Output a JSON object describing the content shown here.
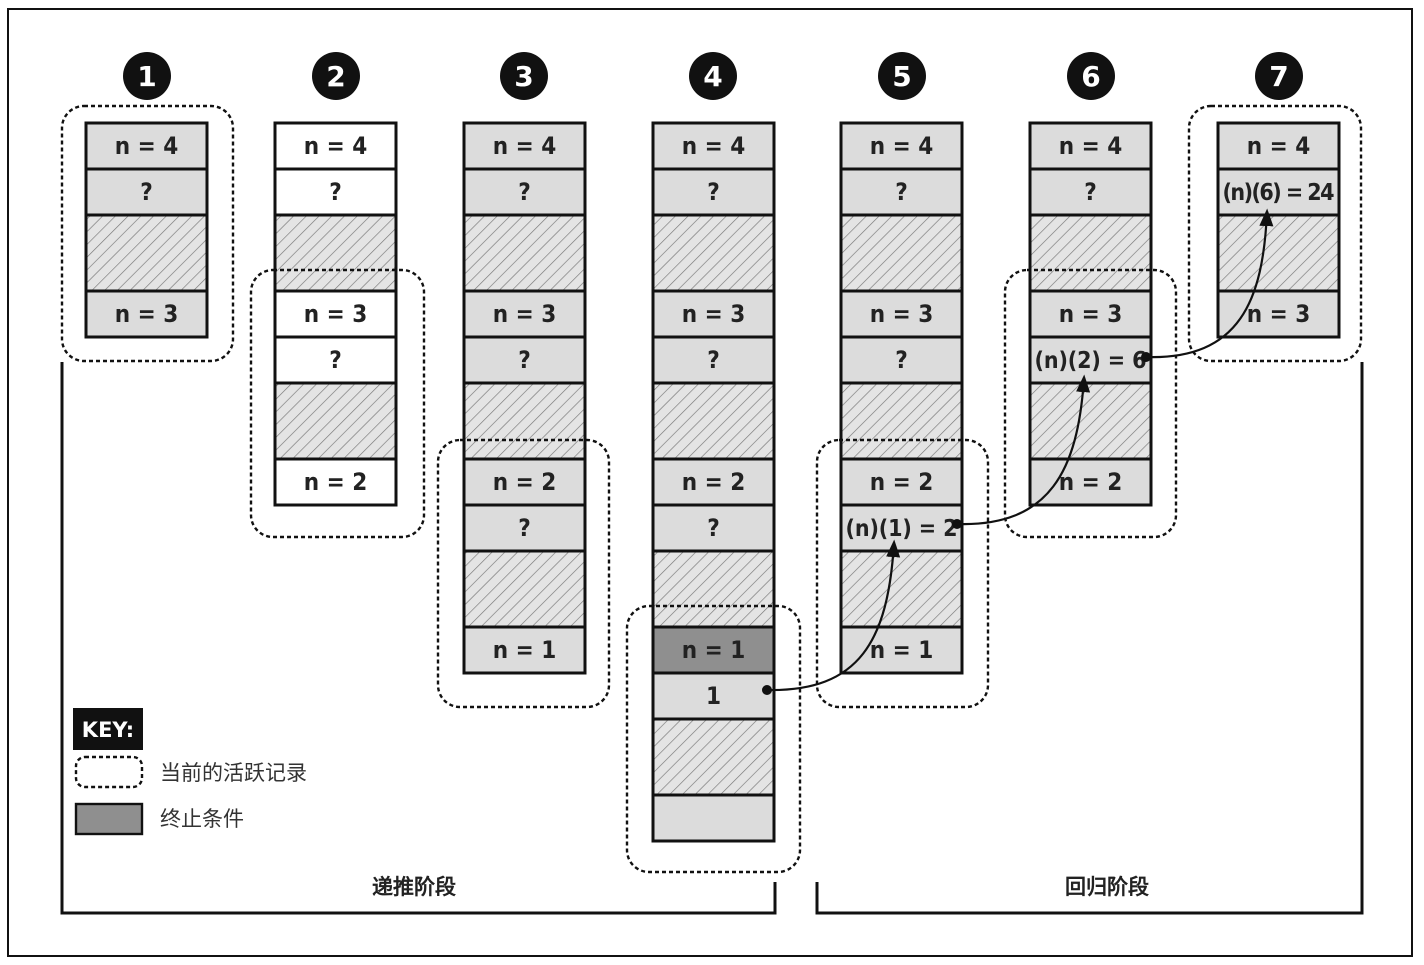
{
  "steps": [
    {
      "badge": "1",
      "cells": [
        {
          "kind": "text",
          "text": "n = 4",
          "fill": "shaded"
        },
        {
          "kind": "text",
          "text": "?",
          "fill": "shaded"
        },
        {
          "kind": "hatch"
        },
        {
          "kind": "text",
          "text": "n = 3",
          "fill": "shaded"
        }
      ]
    },
    {
      "badge": "2",
      "cells": [
        {
          "kind": "text",
          "text": "n = 4",
          "fill": "white"
        },
        {
          "kind": "text",
          "text": "?",
          "fill": "white"
        },
        {
          "kind": "hatch"
        },
        {
          "kind": "text",
          "text": "n = 3",
          "fill": "white"
        },
        {
          "kind": "text",
          "text": "?",
          "fill": "white"
        },
        {
          "kind": "hatch"
        },
        {
          "kind": "text",
          "text": "n = 2",
          "fill": "white"
        }
      ]
    },
    {
      "badge": "3",
      "cells": [
        {
          "kind": "text",
          "text": "n = 4",
          "fill": "shaded"
        },
        {
          "kind": "text",
          "text": "?",
          "fill": "shaded"
        },
        {
          "kind": "hatch"
        },
        {
          "kind": "text",
          "text": "n = 3",
          "fill": "shaded"
        },
        {
          "kind": "text",
          "text": "?",
          "fill": "shaded"
        },
        {
          "kind": "hatch"
        },
        {
          "kind": "text",
          "text": "n = 2",
          "fill": "shaded"
        },
        {
          "kind": "text",
          "text": "?",
          "fill": "shaded"
        },
        {
          "kind": "hatch"
        },
        {
          "kind": "text",
          "text": "n = 1",
          "fill": "shaded"
        }
      ]
    },
    {
      "badge": "4",
      "cells": [
        {
          "kind": "text",
          "text": "n = 4",
          "fill": "shaded"
        },
        {
          "kind": "text",
          "text": "?",
          "fill": "shaded"
        },
        {
          "kind": "hatch"
        },
        {
          "kind": "text",
          "text": "n = 3",
          "fill": "shaded"
        },
        {
          "kind": "text",
          "text": "?",
          "fill": "shaded"
        },
        {
          "kind": "hatch"
        },
        {
          "kind": "text",
          "text": "n = 2",
          "fill": "shaded"
        },
        {
          "kind": "text",
          "text": "?",
          "fill": "shaded"
        },
        {
          "kind": "hatch"
        },
        {
          "kind": "text",
          "text": "n = 1",
          "fill": "terminal"
        },
        {
          "kind": "text",
          "text": "1",
          "fill": "shaded"
        },
        {
          "kind": "hatch"
        },
        {
          "kind": "text",
          "text": "",
          "fill": "shaded"
        }
      ]
    },
    {
      "badge": "5",
      "cells": [
        {
          "kind": "text",
          "text": "n = 4",
          "fill": "shaded"
        },
        {
          "kind": "text",
          "text": "?",
          "fill": "shaded"
        },
        {
          "kind": "hatch"
        },
        {
          "kind": "text",
          "text": "n = 3",
          "fill": "shaded"
        },
        {
          "kind": "text",
          "text": "?",
          "fill": "shaded"
        },
        {
          "kind": "hatch"
        },
        {
          "kind": "text",
          "text": "n = 2",
          "fill": "shaded"
        },
        {
          "kind": "text",
          "text": "(n)(1) = 2",
          "fill": "shaded"
        },
        {
          "kind": "hatch"
        },
        {
          "kind": "text",
          "text": "n = 1",
          "fill": "shaded"
        }
      ]
    },
    {
      "badge": "6",
      "cells": [
        {
          "kind": "text",
          "text": "n = 4",
          "fill": "shaded"
        },
        {
          "kind": "text",
          "text": "?",
          "fill": "shaded"
        },
        {
          "kind": "hatch"
        },
        {
          "kind": "text",
          "text": "n = 3",
          "fill": "shaded"
        },
        {
          "kind": "text",
          "text": "(n)(2) = 6",
          "fill": "shaded"
        },
        {
          "kind": "hatch"
        },
        {
          "kind": "text",
          "text": "n = 2",
          "fill": "shaded"
        }
      ]
    },
    {
      "badge": "7",
      "cells": [
        {
          "kind": "text",
          "text": "n = 4",
          "fill": "shaded"
        },
        {
          "kind": "text",
          "text": "(n)(6) = 24",
          "fill": "shaded"
        },
        {
          "kind": "hatch"
        },
        {
          "kind": "text",
          "text": "n = 3",
          "fill": "shaded"
        }
      ]
    }
  ],
  "phases": {
    "recursion": "递推阶段",
    "return": "回归阶段"
  },
  "legend": {
    "title": "KEY:",
    "active_record": "当前的活跃记录",
    "terminal_condition": "终止条件"
  },
  "colors": {
    "shaded": "#dcdcdc",
    "terminal": "#8f8f8f",
    "white": "#ffffff",
    "ink": "#111111"
  }
}
